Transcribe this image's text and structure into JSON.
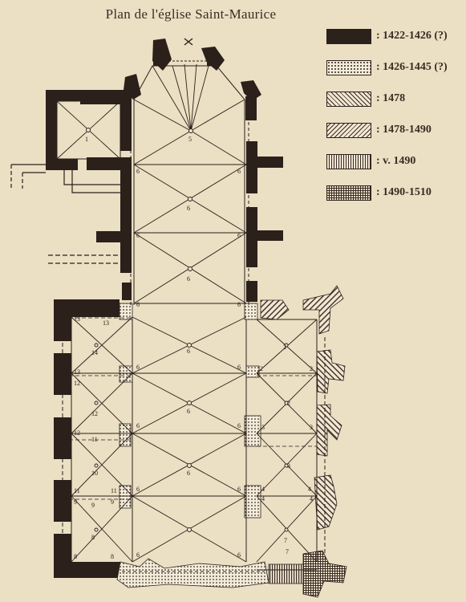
{
  "title": "Plan de l'église Saint-Maurice",
  "legend": [
    {
      "label": ": 1422-1426 (?)",
      "pattern": "solid"
    },
    {
      "label": ": 1426-1445 (?)",
      "pattern": "dotted"
    },
    {
      "label": ": 1478",
      "pattern": "hatch-right"
    },
    {
      "label": ": 1478-1490",
      "pattern": "hatch-left"
    },
    {
      "label": ": v. 1490",
      "pattern": "vertical"
    },
    {
      "label": ": 1490-1510",
      "pattern": "cross"
    }
  ],
  "plan_numbers": {
    "choir_keystone": "5",
    "chapel_keystone": "1",
    "nave_keystones": [
      "6",
      "6",
      "6",
      "6",
      "6"
    ],
    "nave_pier_marks": [
      "6",
      "6",
      "6",
      "6",
      "6",
      "6",
      "6",
      "6",
      "6",
      "6",
      "6",
      "6",
      "6",
      "6"
    ],
    "left_aisle_keystones": [
      "14",
      "12",
      "11",
      "10",
      "9",
      "8"
    ],
    "left_aisle_marks": [
      "13",
      "13",
      "13",
      "12",
      "12",
      "11",
      "11",
      "9",
      "9",
      "8",
      "8"
    ],
    "right_aisle_keystones": [
      "2",
      "2",
      "3",
      "4",
      "7"
    ],
    "right_aisle_marks": [
      "2",
      "2",
      "3",
      "3",
      "4",
      "4",
      "4",
      "7"
    ]
  },
  "colors": {
    "paper": "#ebdfc4",
    "ink": "#2b201a",
    "hatch_light": "#f1e7d3"
  }
}
